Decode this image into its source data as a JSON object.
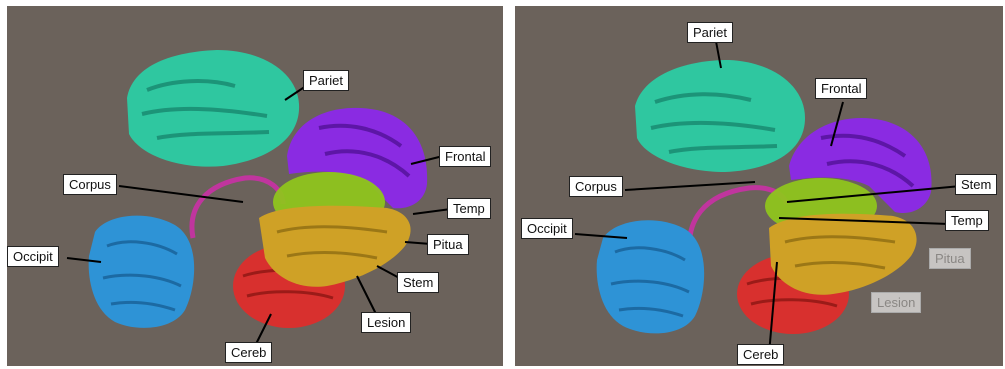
{
  "views": [
    {
      "labels": {
        "pariet": "Pariet",
        "frontal": "Frontal",
        "corpus": "Corpus",
        "temp": "Temp",
        "occipit": "Occipit",
        "pitua": "Pitua",
        "stem": "Stem",
        "lesion": "Lesion",
        "cereb": "Cereb"
      }
    },
    {
      "labels": {
        "pariet": "Pariet",
        "frontal": "Frontal",
        "stem": "Stem",
        "corpus": "Corpus",
        "temp": "Temp",
        "occipit": "Occipit",
        "pitua": "Pitua",
        "lesion": "Lesion",
        "cereb": "Cereb"
      }
    }
  ],
  "colors": {
    "background": "#6b625b",
    "parietal": "#2fc7a0",
    "frontal": "#8a2be2",
    "corpus": "#c0359e",
    "temporal": "#cfa126",
    "limbic": "#8fc41e",
    "occipital": "#2e93d6",
    "cerebellum": "#d8302e"
  }
}
